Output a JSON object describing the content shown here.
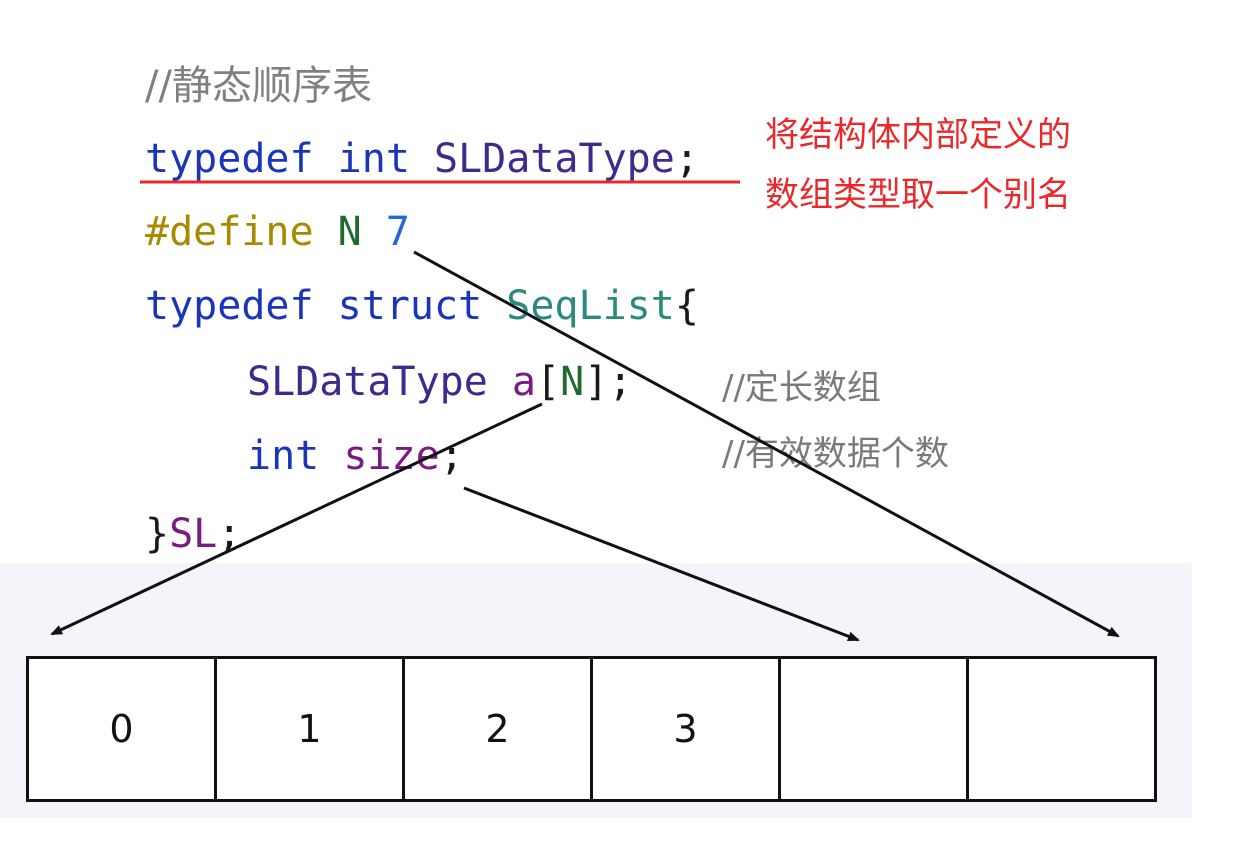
{
  "code": {
    "comment_title": "//静态顺序表",
    "line1": {
      "kw": "typedef int",
      "type": "SLDataType",
      "punct": ";"
    },
    "line2": {
      "directive": "#define",
      "name": "N",
      "value": "7"
    },
    "line3": {
      "kw": "typedef struct",
      "cls": "SeqList",
      "punct": "{"
    },
    "line4": {
      "type": "SLDataType",
      "var": "a",
      "open": "[",
      "index": "N",
      "close": "];",
      "comment": "//定长数组"
    },
    "line5": {
      "kw": "int",
      "var": "size",
      "punct": ";",
      "comment": "//有效数据个数"
    },
    "line6": {
      "close": "}",
      "var": "SL",
      "punct": ";"
    }
  },
  "annotation": {
    "line1": "将结构体内部定义的",
    "line2": "数组类型取一个别名",
    "color": "#e8282b"
  },
  "array": {
    "cells": [
      "0",
      "1",
      "2",
      "3",
      "",
      ""
    ]
  }
}
